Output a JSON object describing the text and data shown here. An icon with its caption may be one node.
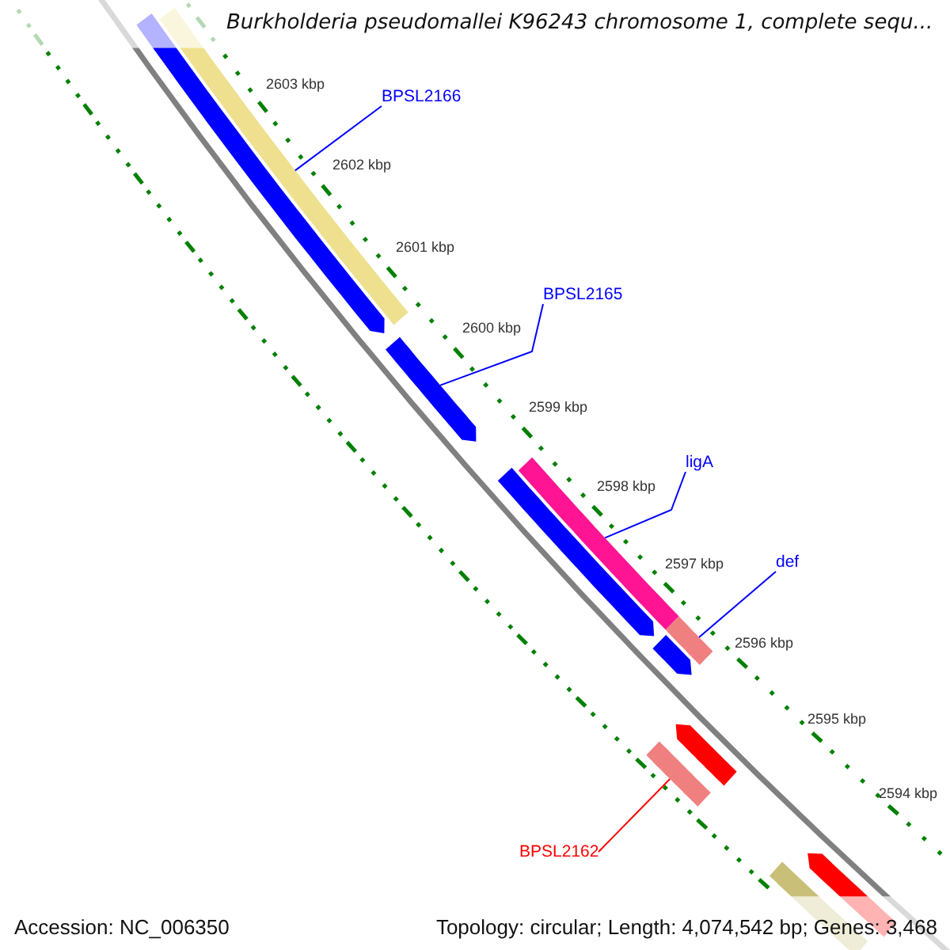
{
  "diagram": {
    "title": "Burkholderia pseudomallei K96243 chromosome 1, complete sequ...",
    "nodes": [
      {
        "text": [
          "BPSL2166"
        ]
      },
      {
        "text": [],
        "shape": "bar"
      },
      {
        "text": [
          "BPSL2165"
        ]
      },
      {
        "text": [],
        "shape": "arrow"
      },
      {
        "text": [
          "ligA"
        ]
      },
      {
        "text": [],
        "shape": "bar"
      },
      {
        "text": [
          "def"
        ]
      },
      {
        "text": [],
        "shape": "bar"
      },
      {
        "text": [
          "BPSL2162"
        ]
      },
      {
        "text": [],
        "shape": "bar"
      },
      {
        "text": [],
        "shape": "arrow"
      },
      {
        "text": [],
        "shape": "arrow"
      },
      {
        "text": [],
        "shape": "arrow"
      },
      {
        "text": [],
        "shape": "arrow"
      },
      {
        "text": [],
        "shape": "arrow"
      },
      {
        "text": [],
        "shape": "bar"
      }
    ],
    "edges": [
      {
        "from": 0,
        "to": 1,
        "arrow": "none"
      },
      {
        "from": 2,
        "to": 3,
        "arrow": "none"
      },
      {
        "from": 4,
        "to": 5,
        "arrow": "none"
      },
      {
        "from": 6,
        "to": 7,
        "arrow": "none"
      },
      {
        "from": 8,
        "to": 9,
        "arrow": "none",
        "color": "#ff0000"
      }
    ],
    "labels": [
      "2603 kbp",
      "2602 kbp",
      "2601 kbp",
      "2600 kbp",
      "2599 kbp",
      "2598 kbp",
      "2597 kbp",
      "2596 kbp",
      "2595 kbp",
      "2594 kbp",
      "Accession: NC_006350",
      "Topology: circular; Length: 4,074,542 bp; Genes: 3,468"
    ]
  }
}
